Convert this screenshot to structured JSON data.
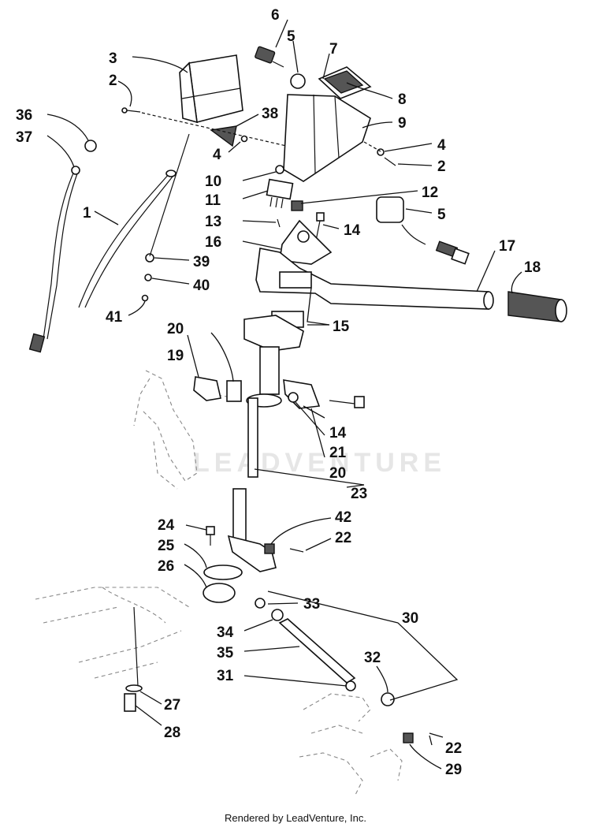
{
  "watermark": "LEADVENTURE",
  "footer": "Rendered by LeadVenture, Inc.",
  "callouts": {
    "c1": "1",
    "c2a": "2",
    "c2b": "2",
    "c3": "3",
    "c4a": "4",
    "c4b": "4",
    "c5a": "5",
    "c5b": "5",
    "c6": "6",
    "c7": "7",
    "c8": "8",
    "c9": "9",
    "c10": "10",
    "c11": "11",
    "c12": "12",
    "c13": "13",
    "c14a": "14",
    "c14b": "14",
    "c15": "15",
    "c16": "16",
    "c17": "17",
    "c18": "18",
    "c19": "19",
    "c20a": "20",
    "c20b": "20",
    "c21": "21",
    "c22a": "22",
    "c22b": "22",
    "c23": "23",
    "c24": "24",
    "c25": "25",
    "c26": "26",
    "c27": "27",
    "c28": "28",
    "c29": "29",
    "c30": "30",
    "c31": "31",
    "c32": "32",
    "c33": "33",
    "c34": "34",
    "c35": "35",
    "c36": "36",
    "c37": "37",
    "c38": "38",
    "c39": "39",
    "c40": "40",
    "c41": "41",
    "c42": "42"
  }
}
